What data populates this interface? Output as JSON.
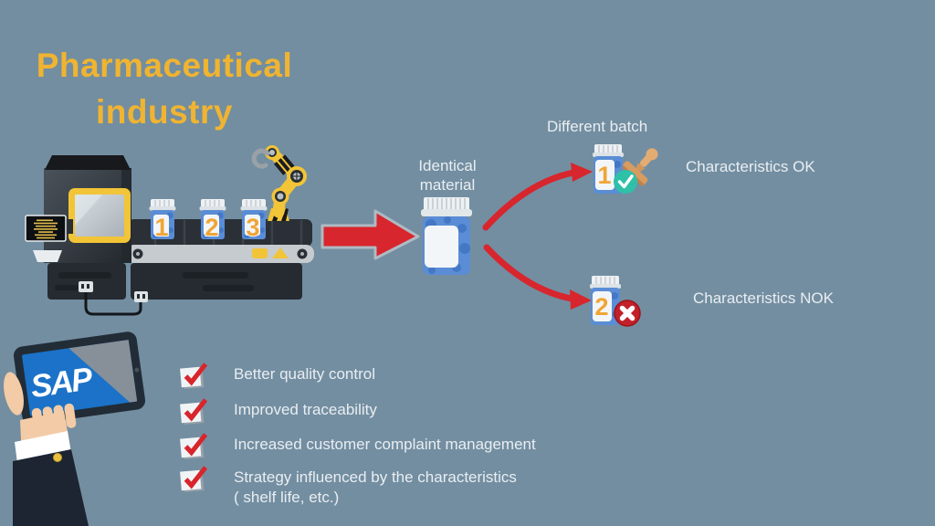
{
  "title": {
    "line1": "Pharmaceutical",
    "line2": "industry"
  },
  "flow": {
    "identical_material_label": "Identical material",
    "different_batch_label": "Different batch",
    "characteristics_ok_label": "Characteristics OK",
    "characteristics_nok_label": "Characteristics NOK",
    "conveyor_bottle_labels": [
      "1",
      "2",
      "3"
    ],
    "ok_bottle_label": "1",
    "nok_bottle_label": "2"
  },
  "branding": {
    "logo_text": "SAP"
  },
  "checklist": {
    "items": [
      {
        "label": "Better quality control"
      },
      {
        "label": "Improved traceability"
      },
      {
        "label": "Increased customer complaint management"
      },
      {
        "label": "Strategy influenced by the characteristics",
        "label_line2": "( shelf life, etc.)"
      }
    ]
  },
  "colors": {
    "background": "#738EA1",
    "title_yellow": "#F0B431",
    "text_white": "#E9EEF2",
    "arrow_red": "#D7262D",
    "checkmark_red": "#D8252C",
    "ok_green": "#2FC0A8",
    "nok_red": "#C2202A",
    "sap_screen_blue": "#1B72C8",
    "machine_yellow": "#F2C437",
    "bottle_blue": "#5A8DD5"
  }
}
